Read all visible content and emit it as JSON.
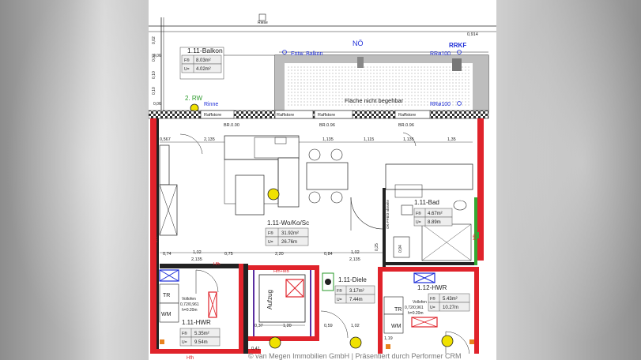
{
  "labels": {
    "balkon_name": "1.11-Balkon",
    "balkon_area_key": "F®",
    "balkon_area_val": "8.03m²",
    "balkon_u_key": "U=",
    "balkon_u_val": "4.02m²",
    "riese": "Riese",
    "no": "NÖ",
    "rrkf": "RRKF",
    "dim_0914": "0,914",
    "entw_balkon": "Entw. Balkon",
    "rr_top": "RRø100",
    "rr_bottom": "RRø100",
    "flaeche": "Fläche  nicht  begehbar",
    "rw": "2. RW",
    "rinne": "Rinne",
    "raffstore1": "Raffstore",
    "raffstore2": "Raffstore",
    "raffstore3": "Raffstore",
    "raffstore4": "Raffstore",
    "br1": "BR.0.00",
    "br2": "BR.0.96",
    "br3": "BR.0.96",
    "dim_0567": "0,567",
    "dim_2135a": "2,135",
    "dim_1135a": "1,135",
    "dim_1115": "1,115",
    "dim_1135b": "1,135",
    "dim_135": "1,35",
    "wohn_name": "1.11-Wo/Ko/Sc",
    "wohn_area_key": "F®",
    "wohn_area_val": "31.92m²",
    "wohn_u_key": "U=",
    "wohn_u_val": "26.76m",
    "bad_name": "1.11-Bad",
    "bad_area_key": "F®",
    "bad_area_val": "4.67m²",
    "bad_u_key": "U=",
    "bad_u_val": "8.89m",
    "ok_label": "OK-FFB/3 nbiseite",
    "hfh1": "Hfh",
    "hfh2": "Hfh",
    "hfh3": "Hfh+MB",
    "hfh4": "Hfh",
    "hfh5": "Hfh",
    "dim_074": "0,74",
    "dim_102a": "1,02",
    "dim_2135b": "2,135",
    "dim_075": "0,75",
    "dim_220": "2,20",
    "dim_084": "0,84",
    "dim_102b": "1,02",
    "dim_2135c": "2,135",
    "dim_025": "0,25",
    "dim_094": "0,94",
    "diele_name": "1.11-Diele",
    "diele_area_key": "F®",
    "diele_area_val": "3.17m²",
    "diele_u_key": "U=",
    "diele_u_val": "7.44m",
    "hwr12_name": "1.12-HWR",
    "hwr12_area_key": "F®",
    "hwr12_area_val": "5.43m²",
    "hwr12_u_key": "U=",
    "hwr12_u_val": "10.27m",
    "aufzug": "Aufzug",
    "tr_left": "TR",
    "wm_left": "WM",
    "tr_right": "TR",
    "wm_right": "WM",
    "volle_left": "Vollofen",
    "volle_left2": "0,72/0,961",
    "volle_left3": "h=0.20m",
    "volle_right": "Vollofen",
    "volle_right2": "0,72/0,961",
    "volle_right3": "h=0.20m",
    "hwr11_name": "1.11-HWR",
    "hwr11_area_key": "F®",
    "hwr11_area_val": "5.35m²",
    "hwr11_u_key": "U=",
    "hwr11_u_val": "9.54m",
    "dim_037": "0,37",
    "dim_120": "1,20",
    "dim_059": "0,59",
    "dim_102c": "1,02",
    "dim_119": "1,19",
    "dim_041": "0,41",
    "dim_l1": "0,02",
    "dim_l2": "0,02",
    "dim_l3": "0,10",
    "dim_l4": "0,10",
    "dim_l5": "0,06",
    "dim_l6": "0,06",
    "copyright": "© van Megen Immobilien GmbH | Präsentiert durch Performer CRM"
  },
  "colors": {
    "wall_red": "#e0232b",
    "wall_black": "#222222",
    "blue_text": "#1f2fd8",
    "green_text": "#2a9a2a",
    "yellow_marker": "#f0e100",
    "purple_line": "#5a2ea0"
  }
}
